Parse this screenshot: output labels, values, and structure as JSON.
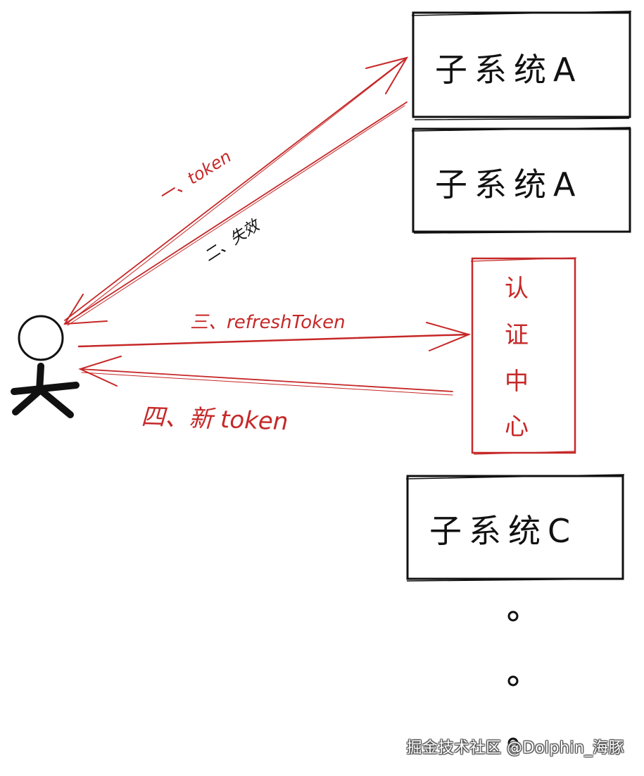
{
  "nodes": {
    "subsystem_a1": "子系统A",
    "subsystem_a2": "子系统A",
    "auth_center": [
      "认",
      "证",
      "中",
      "心"
    ],
    "subsystem_c": "子系统C"
  },
  "edges": {
    "step1": "一、token",
    "step2": "二、失效",
    "step3": "三、refreshToken",
    "step4": "四、新 token"
  },
  "watermark": "掘金技术社区 @Dolphin_海豚",
  "colors": {
    "accent": "#c62828",
    "ink": "#111111"
  },
  "icons": {
    "user": "stick-figure-icon",
    "ellipsis": "vertical-dots-icon"
  }
}
